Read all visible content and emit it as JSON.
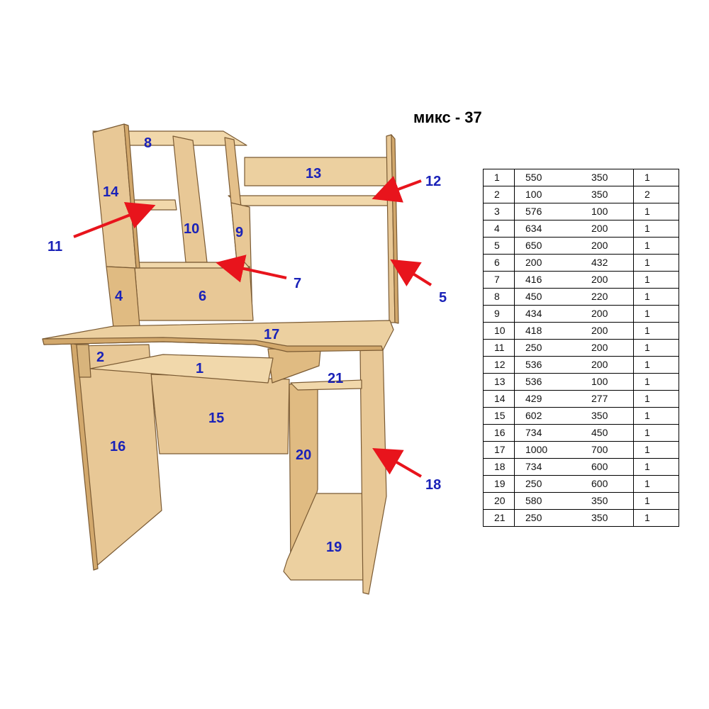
{
  "title": "микс - 37",
  "colors": {
    "wood_face": "#e8c896",
    "wood_light": "#f1d8ab",
    "wood_dark": "#d2a86c",
    "edge": "#7a5a33",
    "label": "#1a22b8",
    "arrow": "#e8141c"
  },
  "labels": [
    "1",
    "2",
    "4",
    "6",
    "8",
    "9",
    "10",
    "13",
    "14",
    "15",
    "16",
    "17",
    "19",
    "20",
    "21"
  ],
  "callouts": [
    "11",
    "12",
    "7",
    "5",
    "18"
  ],
  "parts_table": {
    "rows": [
      [
        "1",
        "550",
        "350",
        "1"
      ],
      [
        "2",
        "100",
        "350",
        "2"
      ],
      [
        "3",
        "576",
        "100",
        "1"
      ],
      [
        "4",
        "634",
        "200",
        "1"
      ],
      [
        "5",
        "650",
        "200",
        "1"
      ],
      [
        "6",
        "200",
        "432",
        "1"
      ],
      [
        "7",
        "416",
        "200",
        "1"
      ],
      [
        "8",
        "450",
        "220",
        "1"
      ],
      [
        "9",
        "434",
        "200",
        "1"
      ],
      [
        "10",
        "418",
        "200",
        "1"
      ],
      [
        "11",
        "250",
        "200",
        "1"
      ],
      [
        "12",
        "536",
        "200",
        "1"
      ],
      [
        "13",
        "536",
        "100",
        "1"
      ],
      [
        "14",
        "429",
        "277",
        "1"
      ],
      [
        "15",
        "602",
        "350",
        "1"
      ],
      [
        "16",
        "734",
        "450",
        "1"
      ],
      [
        "17",
        "1000",
        "700",
        "1"
      ],
      [
        "18",
        "734",
        "600",
        "1"
      ],
      [
        "19",
        "250",
        "600",
        "1"
      ],
      [
        "20",
        "580",
        "350",
        "1"
      ],
      [
        "21",
        "250",
        "350",
        "1"
      ]
    ]
  }
}
